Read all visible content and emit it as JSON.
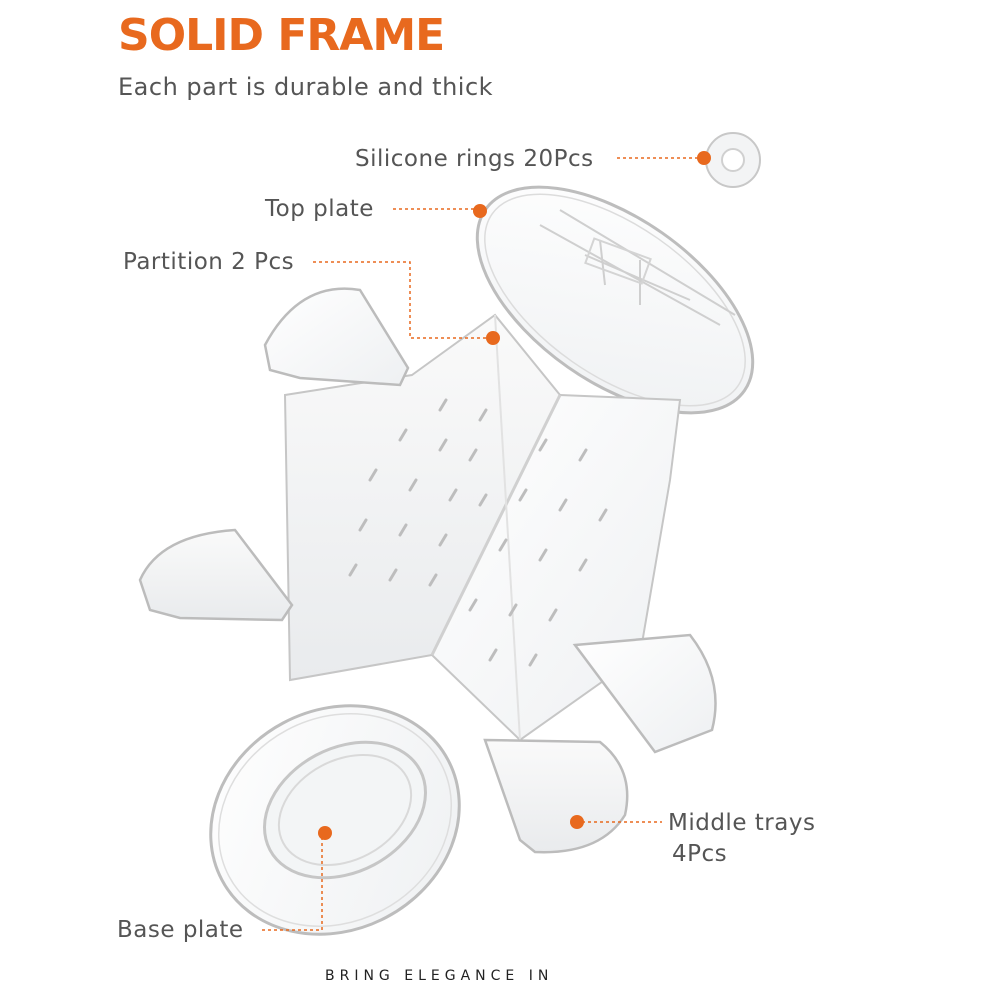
{
  "header": {
    "title": "SOLID FRAME",
    "subtitle": "Each part is durable and thick"
  },
  "callouts": {
    "silicone_rings": "Silicone rings 20Pcs",
    "top_plate": "Top plate",
    "partition": "Partition 2 Pcs",
    "middle_trays": "Middle trays",
    "middle_trays_count": "4Pcs",
    "base_plate": "Base plate"
  },
  "footer": {
    "tagline": "BRING ELEGANCE IN"
  },
  "colors": {
    "accent": "#e8691e",
    "title": "#e8691e",
    "text": "#555555",
    "line": "#d9d9d9",
    "part_stroke": "#bfbfbf"
  },
  "icons": {
    "marker": "orange-dot-icon",
    "ring": "silicone-ring-icon"
  }
}
